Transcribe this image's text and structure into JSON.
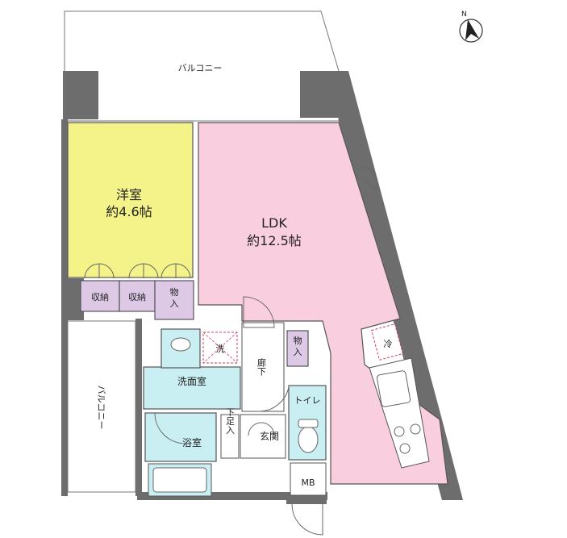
{
  "colors": {
    "ldk": "#f9cfe0",
    "western_room": "#f3f38a",
    "storage": "#ddc9e6",
    "wet_area": "#c9eff2",
    "wall": "#6d6d6d"
  },
  "compass": {
    "label": "N"
  },
  "rooms": {
    "balcony_top": "バルコニー",
    "balcony_left": "バルコニー",
    "western_name": "洋室",
    "western_size": "約4.6帖",
    "ldk_name": "LDK",
    "ldk_size": "約12.5帖",
    "storage_1": "収納",
    "storage_2": "収納",
    "closet_1": "物入",
    "closet_2": "物入",
    "washer": "洗",
    "fridge": "冷",
    "washroom": "洗面室",
    "corridor": "廊下",
    "toilet": "トイレ",
    "bath": "浴室",
    "shoe_box": "下足入",
    "entrance": "玄関",
    "mb": "MB"
  }
}
